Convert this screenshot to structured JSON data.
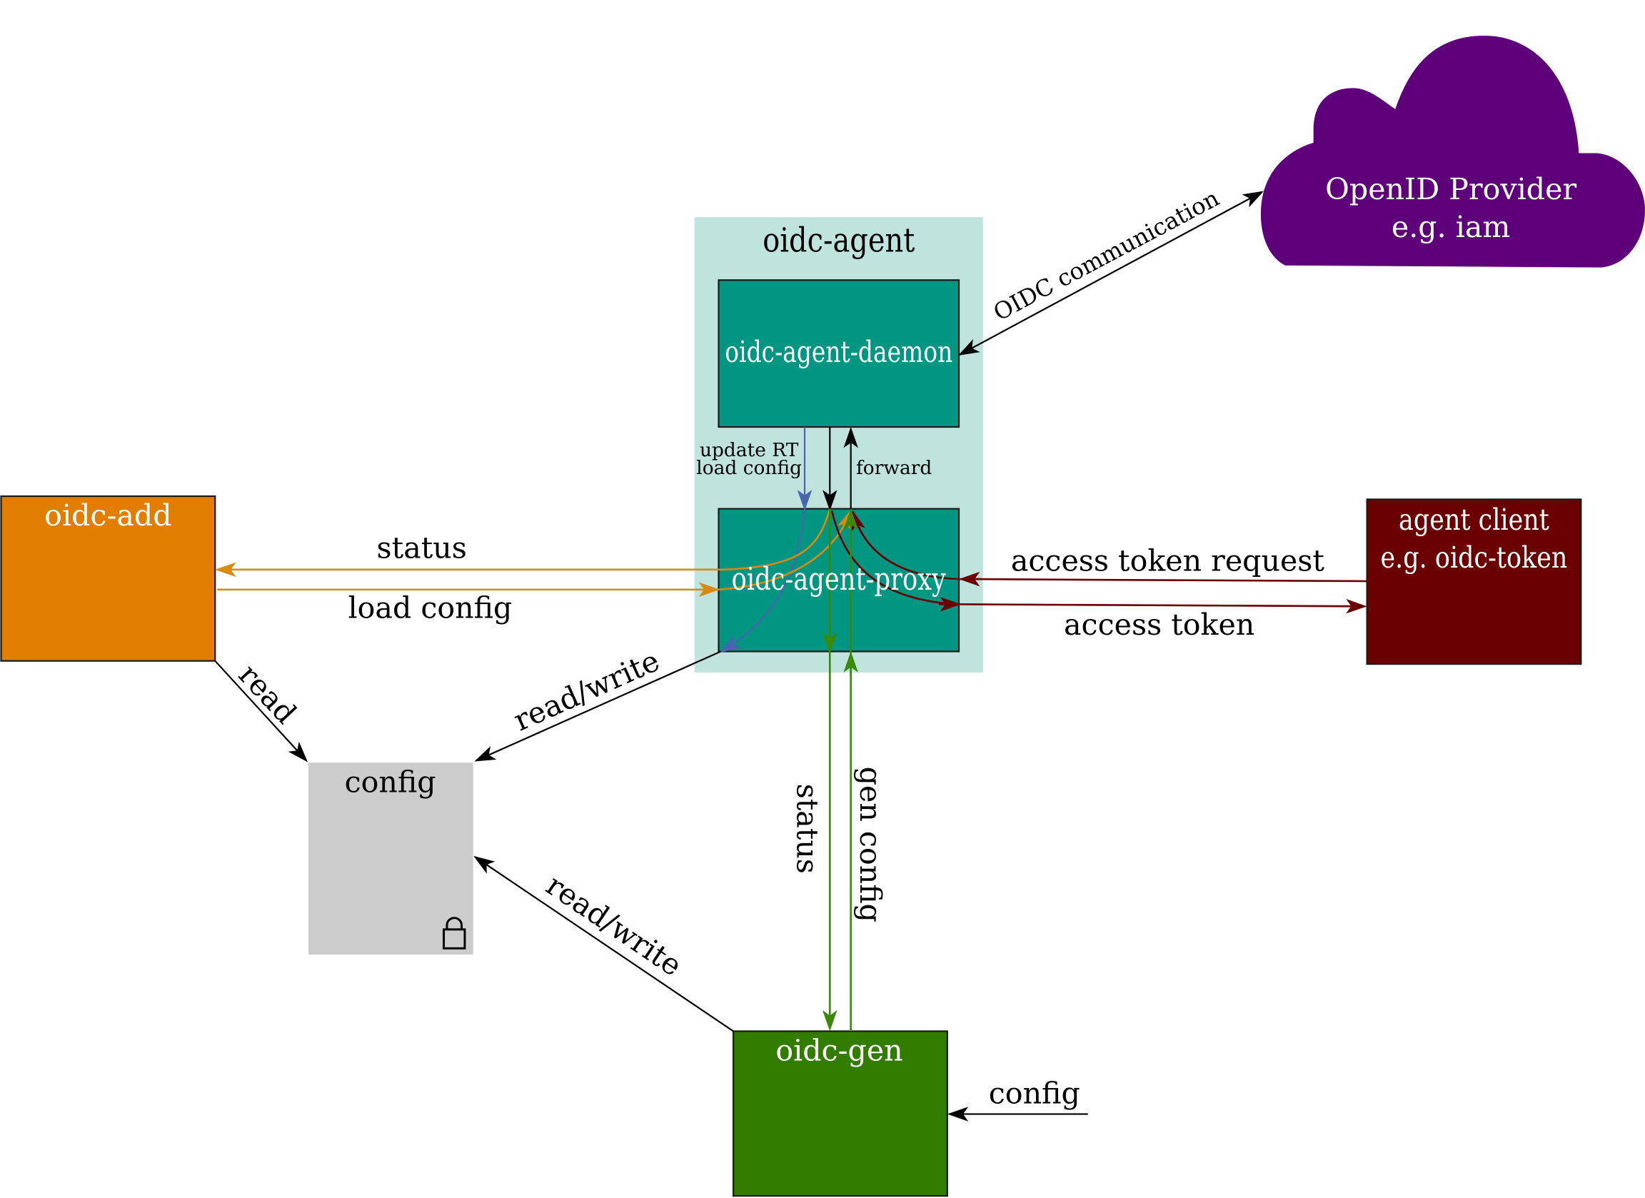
{
  "diagram": {
    "colors": {
      "agent_container": "#bfe4de",
      "agent_box": "#009681",
      "oidc_add": "#e17d00",
      "config": "#cccccc",
      "oidc_gen": "#327c00",
      "agent_client": "#6b0000",
      "provider": "#5f007b",
      "arrow_black": "#000000",
      "arrow_blue": "#4a64b0",
      "arrow_orange": "#d98a12",
      "arrow_green": "#3a8a0a",
      "arrow_darkred": "#6b0000"
    },
    "nodes": {
      "container": {
        "label": "oidc-agent"
      },
      "daemon": {
        "label": "oidc-agent-daemon"
      },
      "proxy": {
        "label": "oidc-agent-proxy"
      },
      "oidc_add": {
        "label": "oidc-add"
      },
      "config": {
        "label": "config",
        "icon": "lock-icon"
      },
      "oidc_gen": {
        "label": "oidc-gen"
      },
      "client": {
        "label_line1": "agent client",
        "label_line2": "e.g. oidc-token"
      },
      "provider": {
        "label_line1": "OpenID Provider",
        "label_line2": "e.g. iam"
      }
    },
    "edges": {
      "oidc_comm": "OIDC communication",
      "update_rt": "update RT",
      "load_config_small": "load config",
      "forward": "forward",
      "status_add": "status",
      "load_config_add": "load config",
      "at_request": "access token request",
      "access_token": "access token",
      "read": "read",
      "rw_proxy": "read/write",
      "rw_gen": "read/write",
      "status_gen": "status",
      "gen_config": "gen config",
      "config_in": "config"
    }
  }
}
